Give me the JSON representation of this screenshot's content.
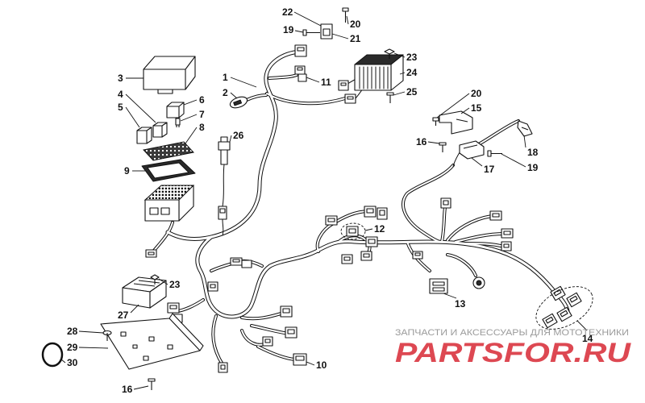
{
  "diagram": {
    "callouts": [
      "22",
      "19",
      "20",
      "21",
      "3",
      "4",
      "5",
      "6",
      "7",
      "8",
      "1",
      "2",
      "11",
      "23",
      "24",
      "25",
      "20",
      "15",
      "16",
      "18",
      "17",
      "19",
      "26",
      "9",
      "12",
      "13",
      "23",
      "27",
      "28",
      "29",
      "30",
      "10",
      "14",
      "16"
    ]
  },
  "watermark": {
    "tagline": "ЗАПЧАСТИ И АКСЕССУАРЫ ДЛЯ МОТОТЕХНИКИ",
    "logo": "PARTSFOR.RU",
    "tagline_color": "#9a9a9a",
    "logo_color": "#d9343f"
  }
}
